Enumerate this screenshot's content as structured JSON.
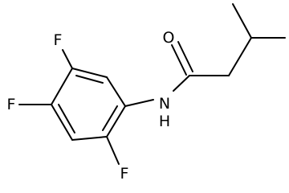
{
  "molecule": {
    "atom_labels": {
      "fluorine_top": "F",
      "fluorine_left": "F",
      "fluorine_bottom": "F",
      "oxygen": "O",
      "amide_nitrogen": "N",
      "amide_hydrogen": "H"
    },
    "colors": {
      "bond": "#000000",
      "label": "#000000",
      "background": "#ffffff"
    }
  }
}
